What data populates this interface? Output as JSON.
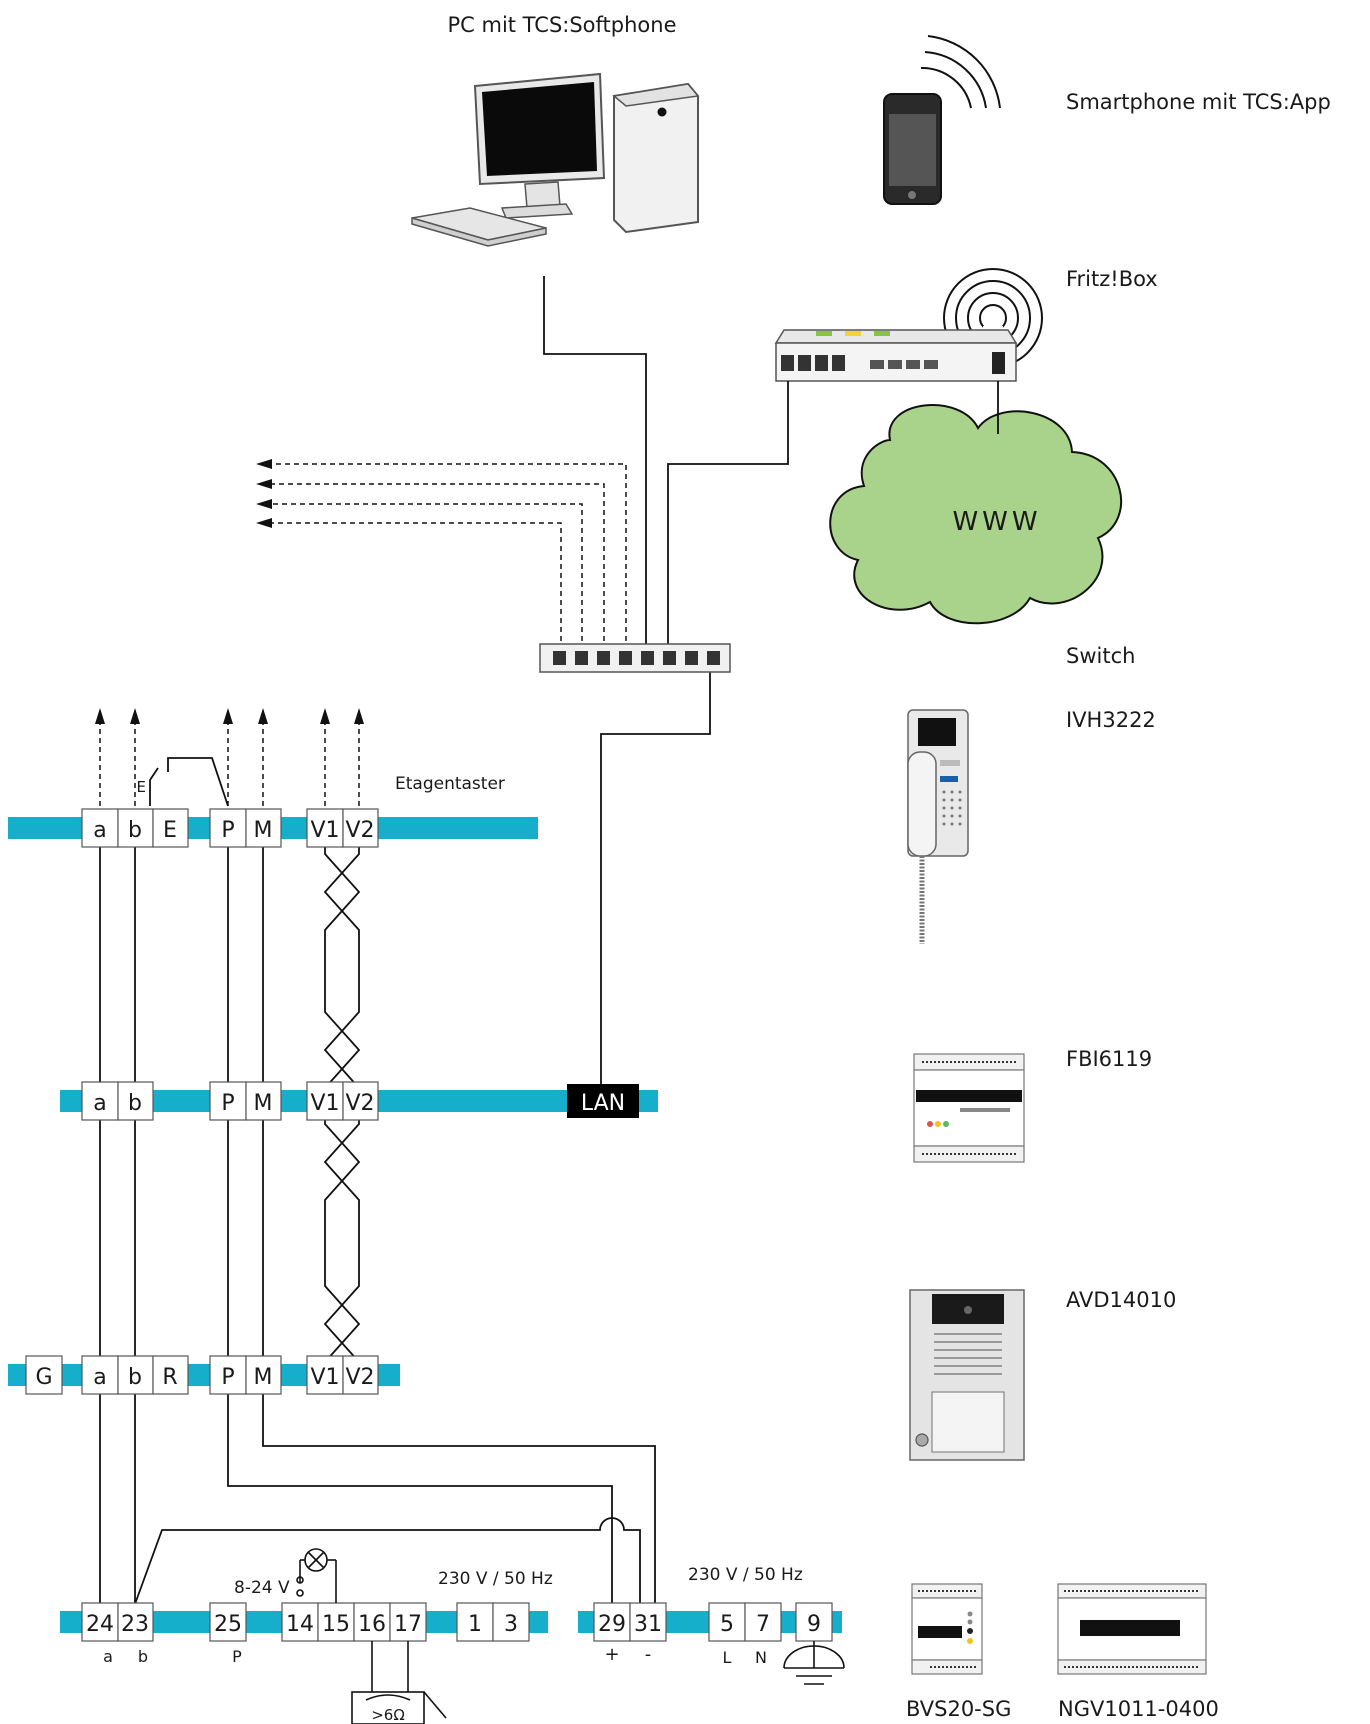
{
  "devices": {
    "pc": "PC mit TCS:Softphone",
    "smartphone": "Smartphone mit TCS:App",
    "router": "Fritz!Box",
    "cloud": "WWW",
    "switch": "Switch",
    "indoor_station": "IVH3222",
    "interface": "FBI6119",
    "door_station": "AVD14010",
    "control_unit": "BVS20-SG",
    "power_supply": "NGV1011-0400"
  },
  "annotations": {
    "floor_button": "Etagentaster",
    "e_switch": "E",
    "lan": "LAN",
    "voltage_range": "8-24 V",
    "mains_1": "230 V / 50 Hz",
    "mains_2": "230 V / 50 Hz",
    "gong": ">6Ω"
  },
  "bus_rows": {
    "row1": [
      "a",
      "b",
      "E",
      "P",
      "M",
      "V1",
      "V2"
    ],
    "row2": [
      "a",
      "b",
      "P",
      "M",
      "V1",
      "V2"
    ],
    "row3": [
      "G",
      "a",
      "b",
      "R",
      "P",
      "M",
      "V1",
      "V2"
    ],
    "row4": [
      "24",
      "23",
      "25",
      "14",
      "15",
      "16",
      "17",
      "1",
      "3"
    ],
    "row4_right": [
      "29",
      "31",
      "5",
      "7",
      "9"
    ]
  },
  "sub_labels": [
    "a",
    "b",
    "P",
    "+",
    "-",
    "L",
    "N"
  ],
  "colors": {
    "bus": "#15aecb",
    "cloud": "#a9d38b",
    "line": "#1a1a1a",
    "lan_bg": "#000000"
  }
}
